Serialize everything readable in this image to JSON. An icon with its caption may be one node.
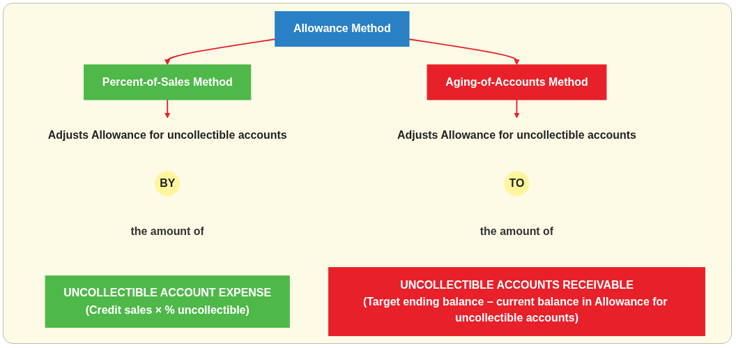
{
  "diagram": {
    "nodes": [
      {
        "text": [
          "Allowance Method"
        ]
      },
      {
        "text": [
          "Percent-of-Sales Method"
        ]
      },
      {
        "text": [
          "Aging-of-Accounts Method"
        ]
      },
      {
        "text": [
          "Adjusts Allowance for uncollectible accounts"
        ]
      },
      {
        "text": [
          "BY"
        ]
      },
      {
        "text": [
          "UNCOLLECTIBLE ACCOUNT EXPENSE",
          "(Credit sales × % uncollectible)"
        ],
        "beside": [
          "the amount of"
        ]
      },
      {
        "text": [
          "Adjusts Allowance for uncollectible accounts"
        ]
      },
      {
        "text": [
          "TO"
        ]
      },
      {
        "text": [
          "UNCOLLECTIBLE ACCOUNTS RECEIVABLE",
          "(Target ending balance – current balance in Allowance for uncollectible accounts)"
        ],
        "beside": [
          "the amount of"
        ]
      }
    ],
    "edges": [
      {
        "from": 0,
        "to": 1,
        "arrow": "to"
      },
      {
        "from": 0,
        "to": 2,
        "arrow": "to"
      },
      {
        "from": 1,
        "to": 3,
        "arrow": "to"
      },
      {
        "from": 2,
        "to": 6,
        "arrow": "to"
      }
    ]
  }
}
